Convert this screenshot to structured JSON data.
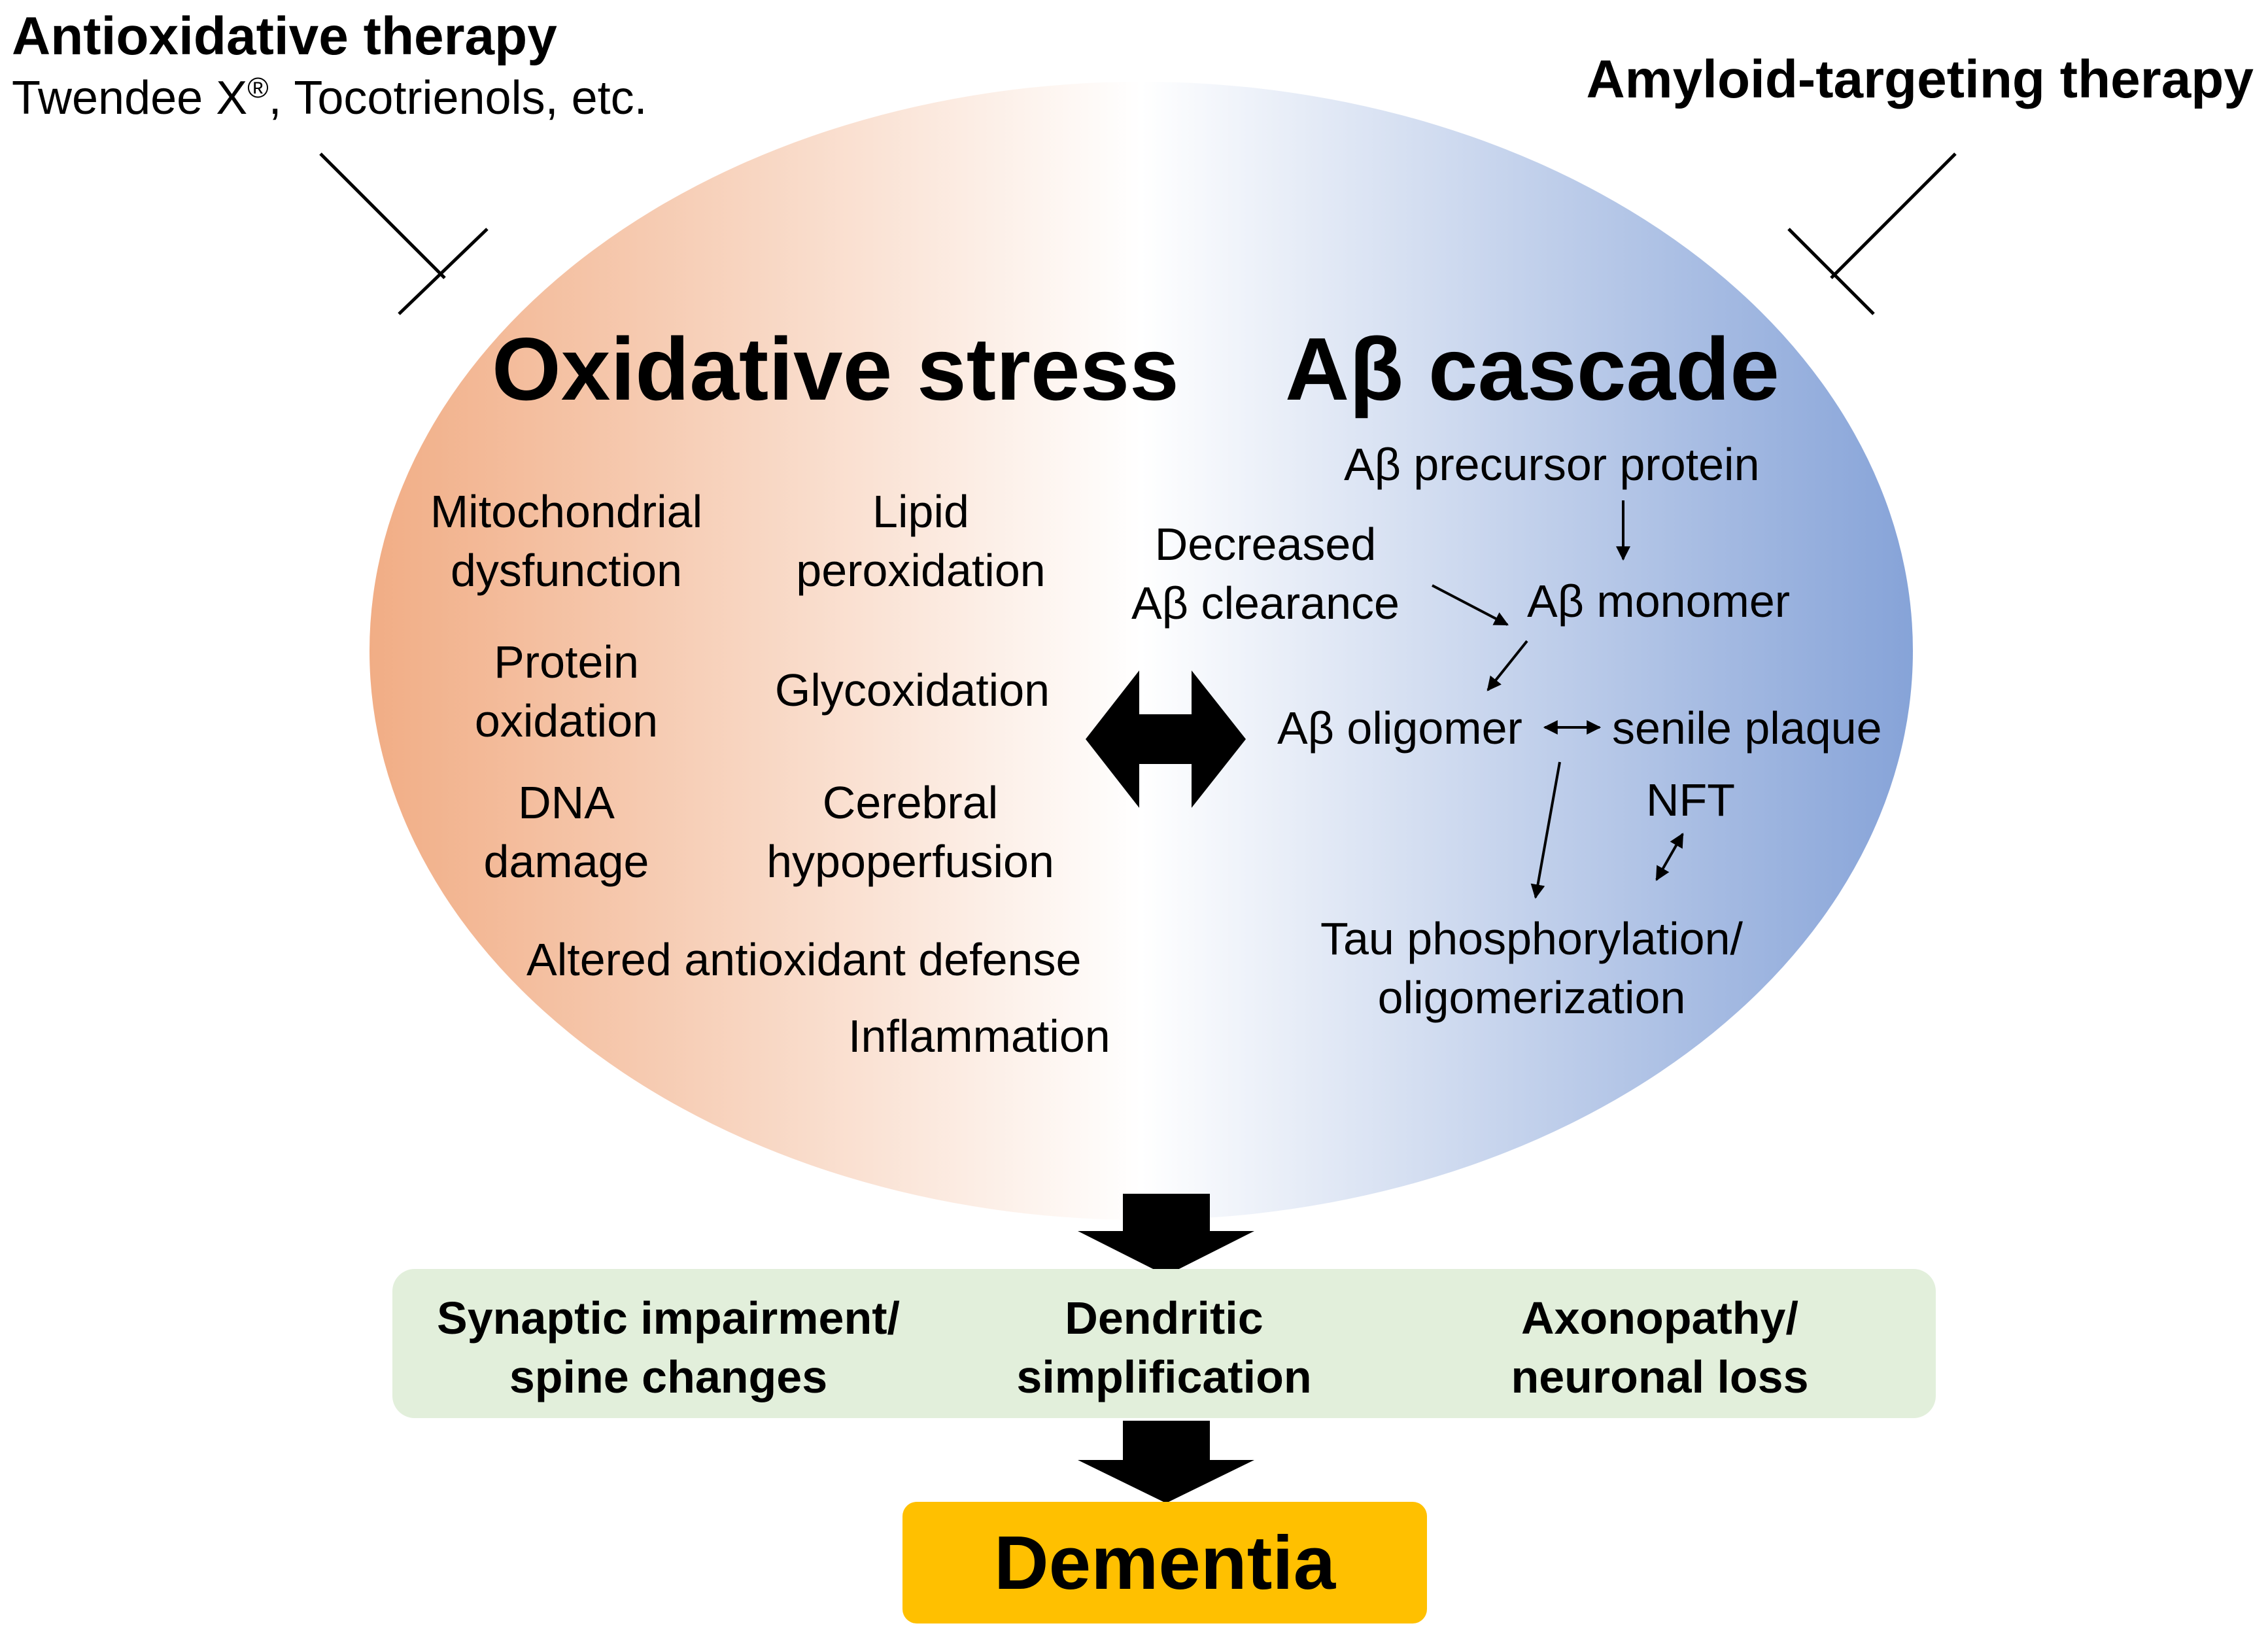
{
  "antioxidative": {
    "title": "Antioxidative therapy",
    "examples_pre": "Twendee X",
    "examples_sup": "®",
    "examples_post": ", Tocotrienols, etc."
  },
  "amyloid": {
    "title": "Amyloid-targeting therapy"
  },
  "oxidative": {
    "title": "Oxidative stress",
    "items": {
      "mito_1": "Mitochondrial",
      "mito_2": "dysfunction",
      "lipid_1": "Lipid",
      "lipid_2": "peroxidation",
      "protein_1": "Protein",
      "protein_2": "oxidation",
      "glyco": "Glycoxidation",
      "dna_1": "DNA",
      "dna_2": "damage",
      "cerebral_1": "Cerebral",
      "cerebral_2": "hypoperfusion",
      "antioxidant": "Altered antioxidant defense",
      "inflammation": "Inflammation"
    }
  },
  "abeta": {
    "title": "Aβ cascade",
    "items": {
      "precursor": "Aβ precursor protein",
      "decreased_1": "Decreased",
      "decreased_2": "Aβ clearance",
      "monomer": "Aβ monomer",
      "oligomer": "Aβ oligomer",
      "plaque": "senile plaque",
      "nft": "NFT",
      "tau_1": "Tau phosphorylation/",
      "tau_2": "oligomerization"
    }
  },
  "outcomes": {
    "synaptic_1": "Synaptic impairment/",
    "synaptic_2": "spine changes",
    "dendritic_1": "Dendritic",
    "dendritic_2": "simplification",
    "axon_1": "Axonopathy/",
    "axon_2": "neuronal loss"
  },
  "dementia": "Dementia",
  "colors": {
    "oxidative_side": "#f1ad85",
    "abeta_side": "#86a3d8",
    "outcome_box": "#e2efdb",
    "dementia_box": "#ffc000"
  }
}
